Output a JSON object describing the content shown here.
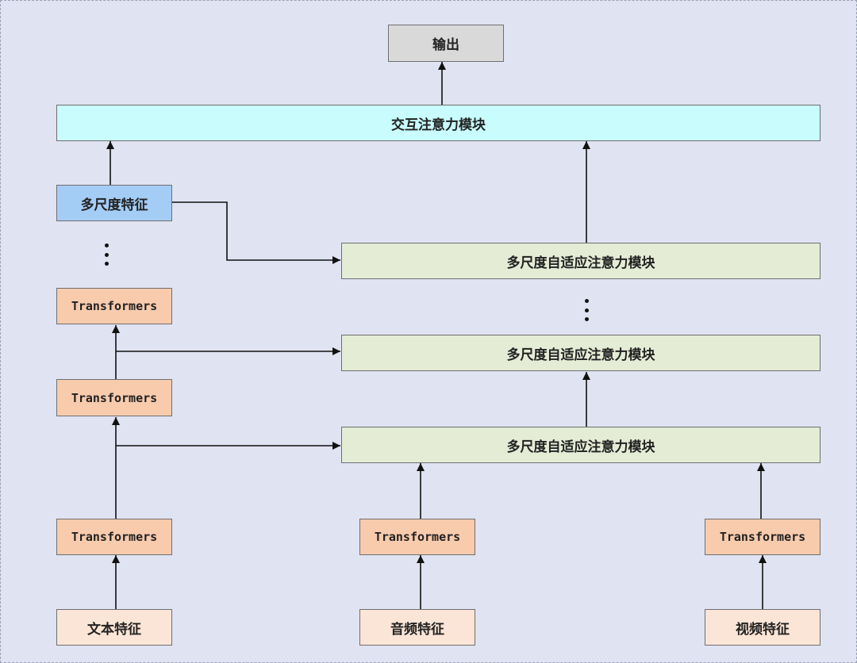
{
  "output_label": "输出",
  "interaction_block_label": "交互注意力模块",
  "multiscale_feature_label": "多尺度特征",
  "adaptive_block_label": "多尺度自适应注意力模块",
  "transformer_label": "Transformers",
  "inputs": {
    "text": "文本特征",
    "audio": "音频特征",
    "video": "视频特征"
  },
  "colors": {
    "background": "#dfe3f2",
    "output_fill": "#d9d9d9",
    "interaction_fill": "#c8fcfd",
    "multiscale_fill": "#a4cdf6",
    "adaptive_fill": "#e4ecd6",
    "transformer_fill": "#f8cbad",
    "input_fill": "#fbe5d6"
  }
}
